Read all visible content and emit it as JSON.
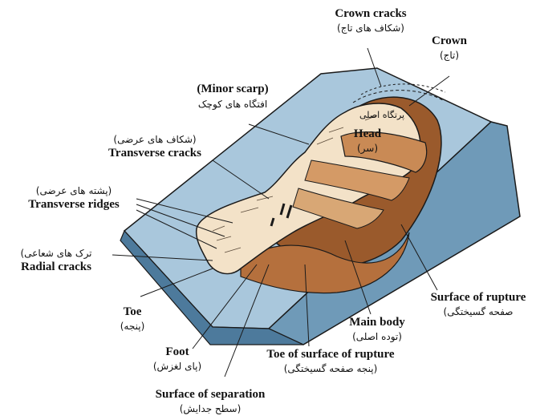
{
  "labels": {
    "crown_cracks": {
      "en": "Crown cracks",
      "fa": "(شکاف های تاج)"
    },
    "crown": {
      "en": "Crown",
      "fa": "(تاج)"
    },
    "minor_scarp": {
      "en": "(Minor scarp)",
      "fa": "افتگاه های کوچک"
    },
    "main_scarp": {
      "fa": "پرتگاه اصلی"
    },
    "head": {
      "en": "Head",
      "fa": "(سر)"
    },
    "transverse_cracks": {
      "en": "Transverse cracks",
      "fa": "(شکاف های عرضی)"
    },
    "transverse_ridges": {
      "en": "Transverse ridges",
      "fa": "(پشته های عرضی)"
    },
    "radial_cracks": {
      "en": "Radial cracks",
      "fa": "(ترک های شعاعی"
    },
    "toe": {
      "en": "Toe",
      "fa": "(پنجه)"
    },
    "foot": {
      "en": "Foot",
      "fa": "(پای لغزش)"
    },
    "surface_of_separation": {
      "en": "Surface of separation",
      "fa": "(سطح جدایش)"
    },
    "toe_of_surface_of_rupture": {
      "en": "Toe of  surface of rupture",
      "fa": "(پنجه صفحه گسیختگی)"
    },
    "main_body": {
      "en": "Main body",
      "fa": "(توده اصلی)"
    },
    "surface_of_rupture": {
      "en": "Surface of rupture",
      "fa": "(صفحه گسیختگی"
    }
  },
  "colors": {
    "slope_top": "#a9c7dc",
    "slope_side": "#6f9ab8",
    "slope_front": "#4d7a9c",
    "deposit_light": "#f3e2c8",
    "deposit_mid": "#c98a55",
    "deposit_dark": "#9a5a2c",
    "outline": "#1a1a1a"
  }
}
